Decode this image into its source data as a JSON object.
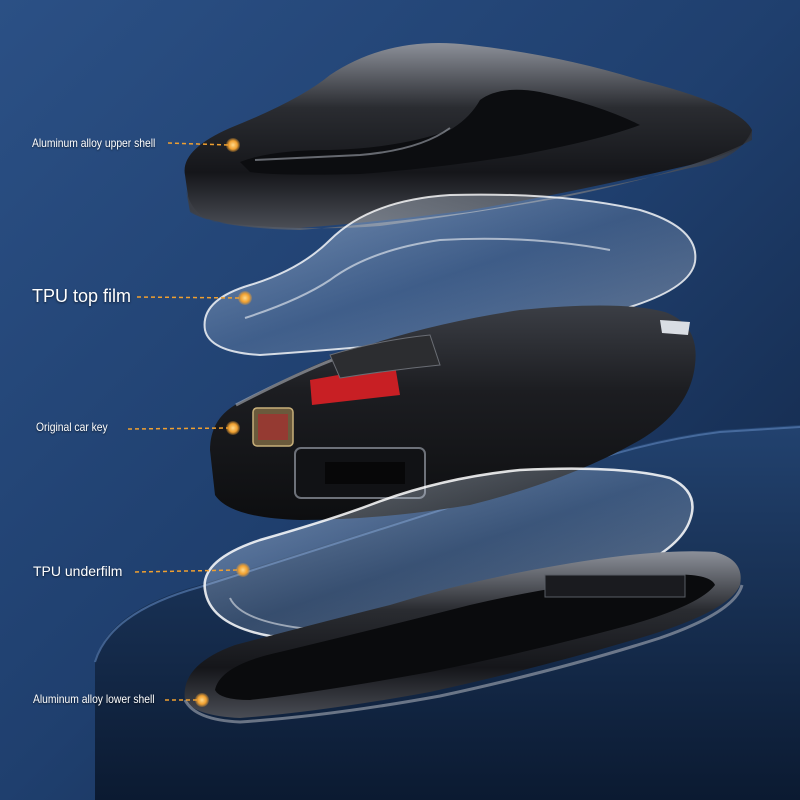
{
  "product_image": {
    "accent_color": "#f0a030",
    "background_color": "#1c3a66",
    "labels": [
      {
        "id": "upper_shell",
        "text": "Aluminum alloy upper shell"
      },
      {
        "id": "top_film",
        "text": "TPU top film"
      },
      {
        "id": "car_key",
        "text": "Original car key"
      },
      {
        "id": "underfilm",
        "text": "TPU underfilm"
      },
      {
        "id": "lower_shell",
        "text": "Aluminum alloy lower shell"
      }
    ]
  }
}
